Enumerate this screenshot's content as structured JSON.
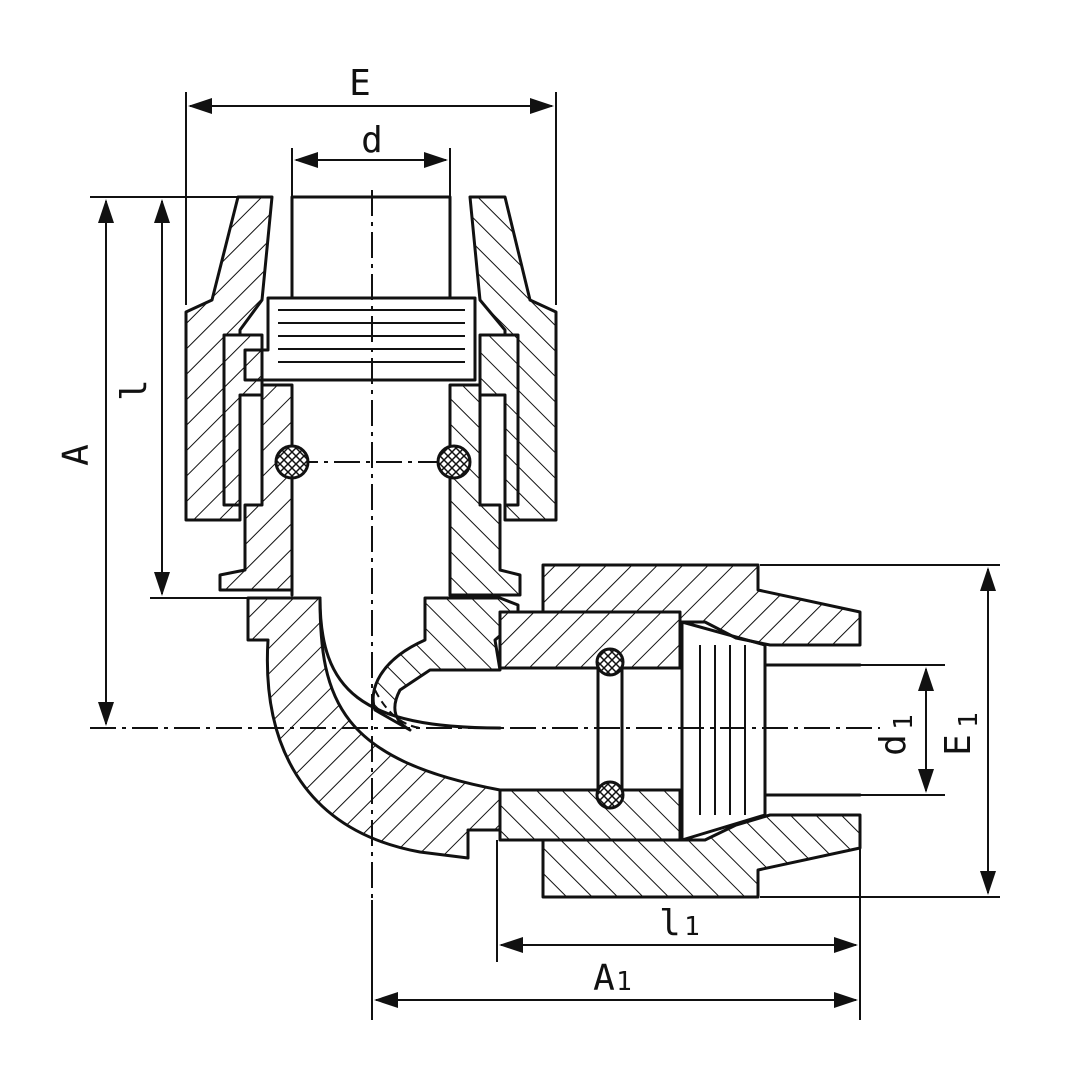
{
  "drawing": {
    "dimensions": {
      "E": "E",
      "d": "d",
      "A": "A",
      "l": "l",
      "E1_main": "E",
      "E1_sub": "1",
      "d1_main": "d",
      "d1_sub": "1",
      "l1_main": "l",
      "l1_sub": "1",
      "A1_main": "A",
      "A1_sub": "1"
    },
    "colors": {
      "ink": "#111111",
      "paper": "#ffffff"
    }
  }
}
